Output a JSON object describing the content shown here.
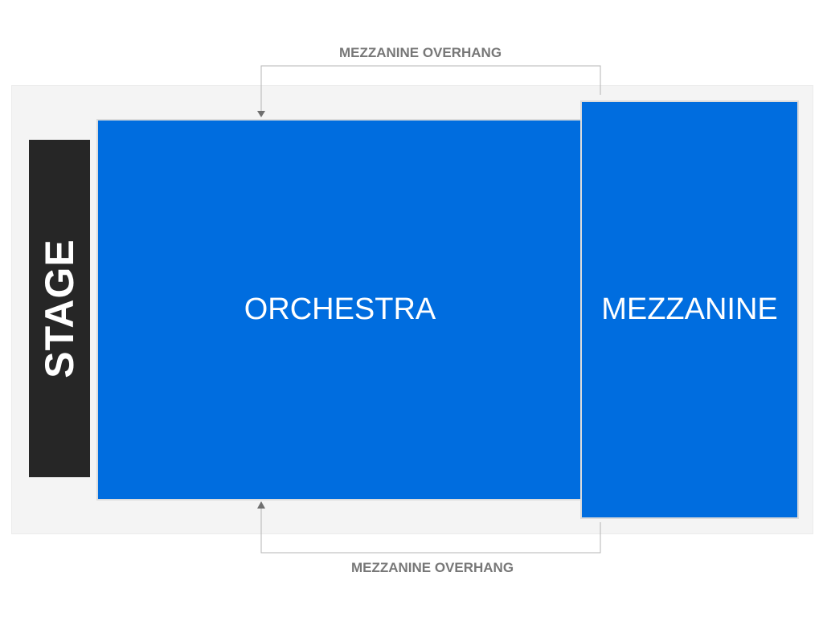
{
  "stage": {
    "label": "STAGE"
  },
  "sections": [
    {
      "label": "ORCHESTRA",
      "color": "#006ddf"
    },
    {
      "label": "MEZZANINE",
      "color": "#006ddf"
    }
  ],
  "annotations": {
    "top": "MEZZANINE OVERHANG",
    "bottom": "MEZZANINE OVERHANG"
  },
  "colors": {
    "stage": "#262626",
    "section": "#006ddf",
    "venue_bg": "#f4f4f4",
    "annotation": "#777777"
  }
}
